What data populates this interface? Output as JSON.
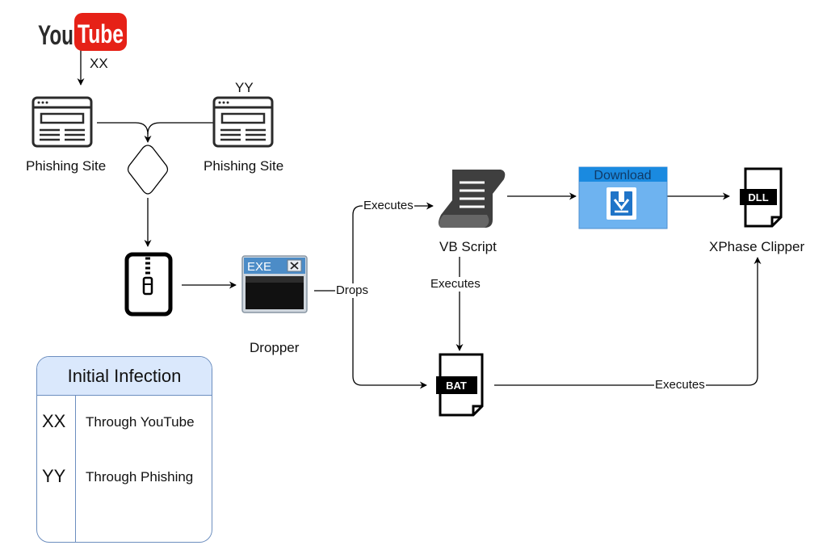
{
  "nodes": {
    "youtube_logo": {
      "brand_you": "You",
      "brand_tube": "Tube"
    },
    "phishing_site_1": {
      "label": "Phishing Site"
    },
    "phishing_site_2": {
      "label": "Phishing Site"
    },
    "dropper": {
      "label": "Dropper",
      "window_title": "EXE"
    },
    "vb_script": {
      "label": "VB Script"
    },
    "download": {
      "label": "Download"
    },
    "dll_file": {
      "badge": "DLL"
    },
    "xphase_clipper": {
      "label": "XPhase Clipper"
    },
    "bat_file": {
      "badge": "BAT"
    }
  },
  "edges": {
    "youtube_to_site": "XX",
    "phishing_yy": "YY",
    "dropper_drops": "Drops",
    "executes_vb": "Executes",
    "vb_executes_bat": "Executes",
    "bat_executes_clipper": "Executes"
  },
  "legend": {
    "title": "Initial Infection",
    "rows": [
      {
        "key": "XX",
        "value": "Through YouTube"
      },
      {
        "key": "YY",
        "value": "Through Phishing"
      }
    ]
  },
  "colors": {
    "youtube_red": "#e62117",
    "download_fill": "#6eb3f0",
    "download_header": "#1a8ae0",
    "legend_border": "#6c8ebf",
    "legend_header_fill": "#dae8fc",
    "line": "#000000"
  }
}
